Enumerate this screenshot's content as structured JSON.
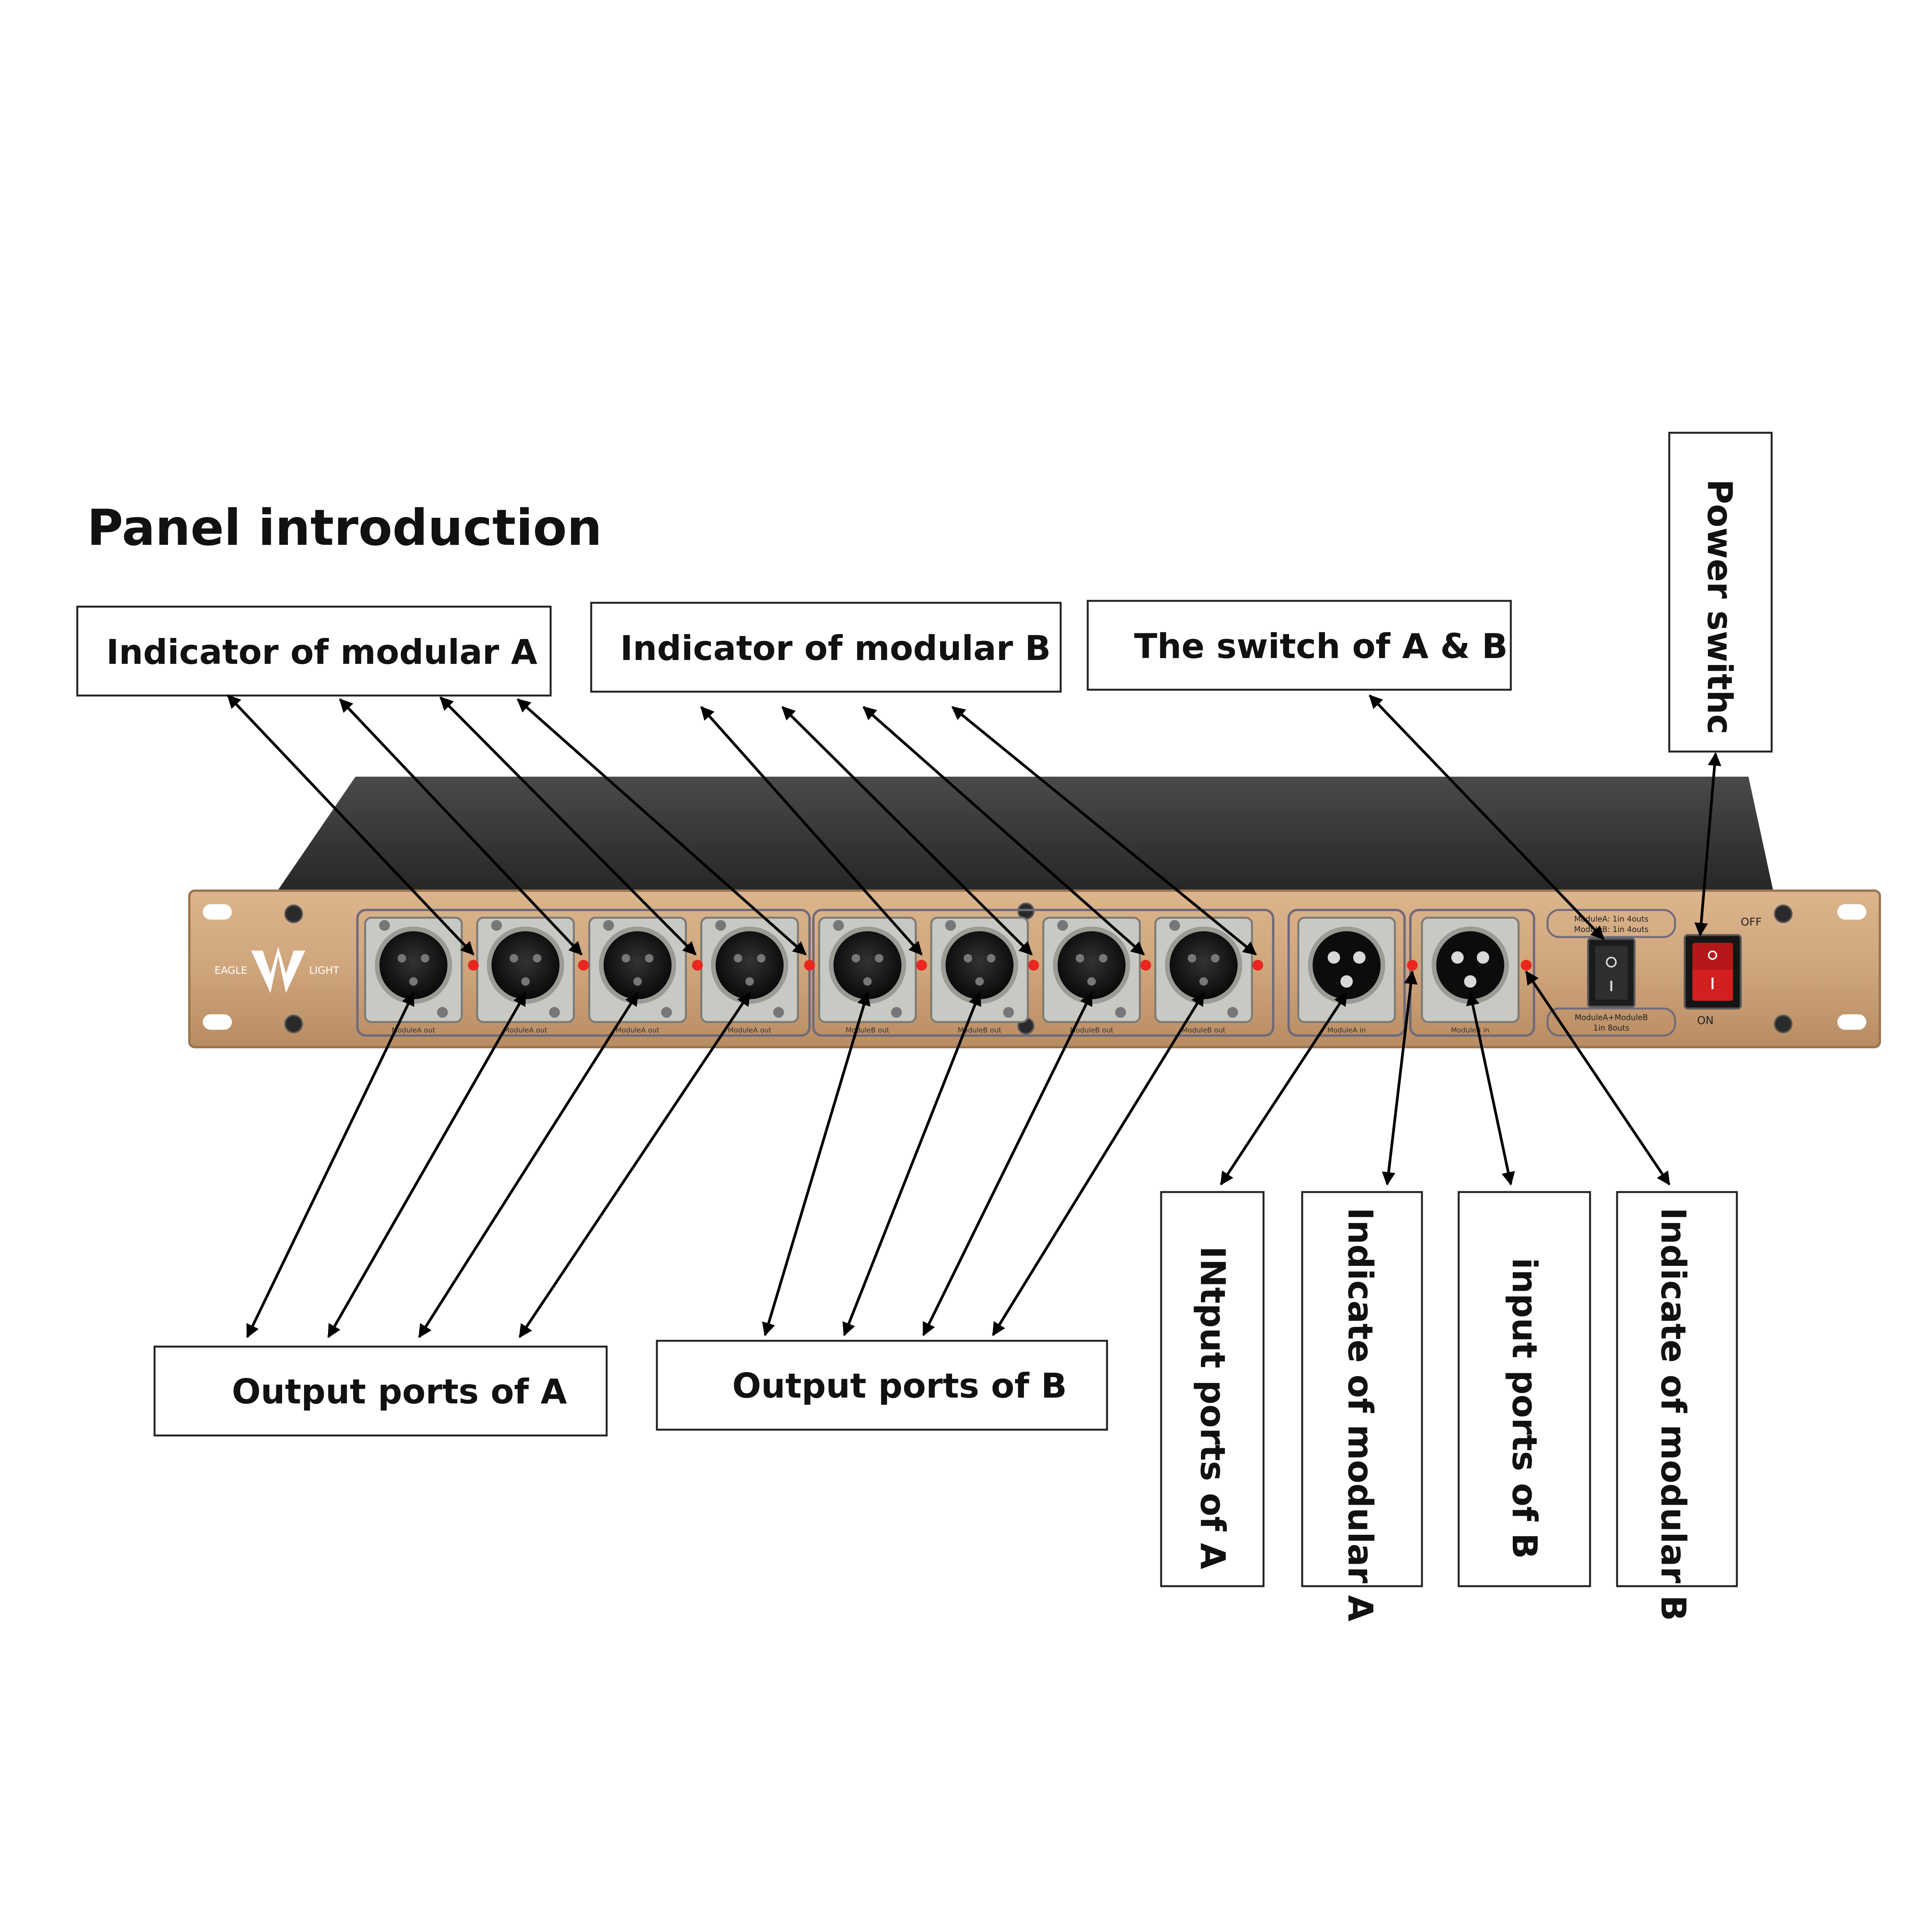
{
  "title": "Panel introduction",
  "labels": {
    "indicator_a_top": "Indicator of modular A",
    "indicator_b_top": "Indicator of modular B",
    "switch_ab": "The switch of A & B",
    "power_switch": "Power swithc",
    "output_a": "Output ports of A",
    "output_b": "Output ports of B",
    "input_a": "INtput ports of A",
    "indicate_a": "Indicate of modular A",
    "input_b": "input ports of B",
    "indicate_b": "Indicate of modular B"
  },
  "device": {
    "logo_left": "EAGLE",
    "logo_right": "LIGHT",
    "power_off": "OFF",
    "power_on": "ON",
    "switch_top_line1": "ModuleA: 1in 4outs",
    "switch_top_line2": "ModuleB: 1in 4outs",
    "switch_bottom_line1": "ModuleA+ModuleB",
    "switch_bottom_line2": "1in 8outs",
    "port_caption_a_out": "ModuleA out",
    "port_caption_b_out": "ModuleB out",
    "port_caption_a_in": "ModuleA in",
    "port_caption_b_in": "ModuleB in"
  },
  "colors": {
    "faceplate": "#cfa57c",
    "top_cover": "#3d3d3d",
    "led": "#e8271e",
    "power_rocker": "#d21f1f",
    "arrow": "#000000"
  }
}
